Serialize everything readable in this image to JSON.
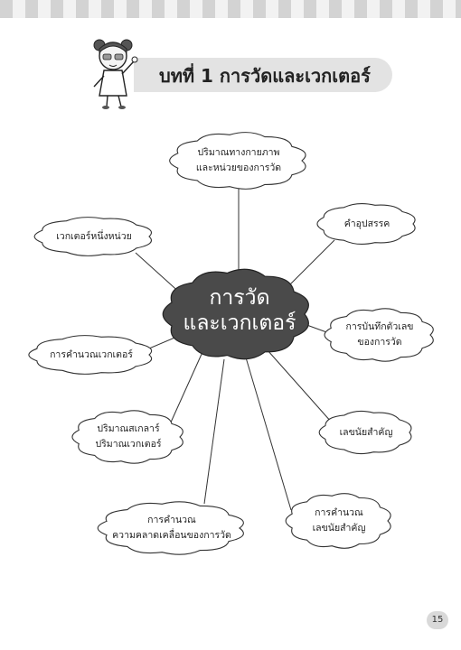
{
  "header": {
    "title": "บทที่ 1 การวัดและเวกเตอร์"
  },
  "mind_map": {
    "center": {
      "line1": "การวัด",
      "line2": "และเวกเตอร์"
    },
    "nodes": [
      {
        "id": "physical-quantities",
        "lines": [
          "ปริมาณทางกายภาพ",
          "และหน่วยของการวัด"
        ]
      },
      {
        "id": "prefixes",
        "lines": [
          "คำอุปสรรค"
        ]
      },
      {
        "id": "recording-numbers",
        "lines": [
          "การบันทึกตัวเลข",
          "ของการวัด"
        ]
      },
      {
        "id": "significant-figures",
        "lines": [
          "เลขนัยสำคัญ"
        ]
      },
      {
        "id": "calculating-sig-figs",
        "lines": [
          "การคำนวณ",
          "เลขนัยสำคัญ"
        ]
      },
      {
        "id": "measurement-error",
        "lines": [
          "การคำนวณ",
          "ความคลาดเคลื่อนของการวัด"
        ]
      },
      {
        "id": "scalar-vector",
        "lines": [
          "ปริมาณสเกลาร์",
          "ปริมาณเวกเตอร์"
        ]
      },
      {
        "id": "vector-calculation",
        "lines": [
          "การคำนวณเวกเตอร์"
        ]
      },
      {
        "id": "unit-vector",
        "lines": [
          "เวกเตอร์หนึ่งหน่วย"
        ]
      }
    ]
  },
  "colors": {
    "center_cloud": "#4a4a4a",
    "banner": "#e3e3e3",
    "cloud_fill": "#ffffff",
    "cloud_stroke": "#333333"
  },
  "page_number": "15"
}
